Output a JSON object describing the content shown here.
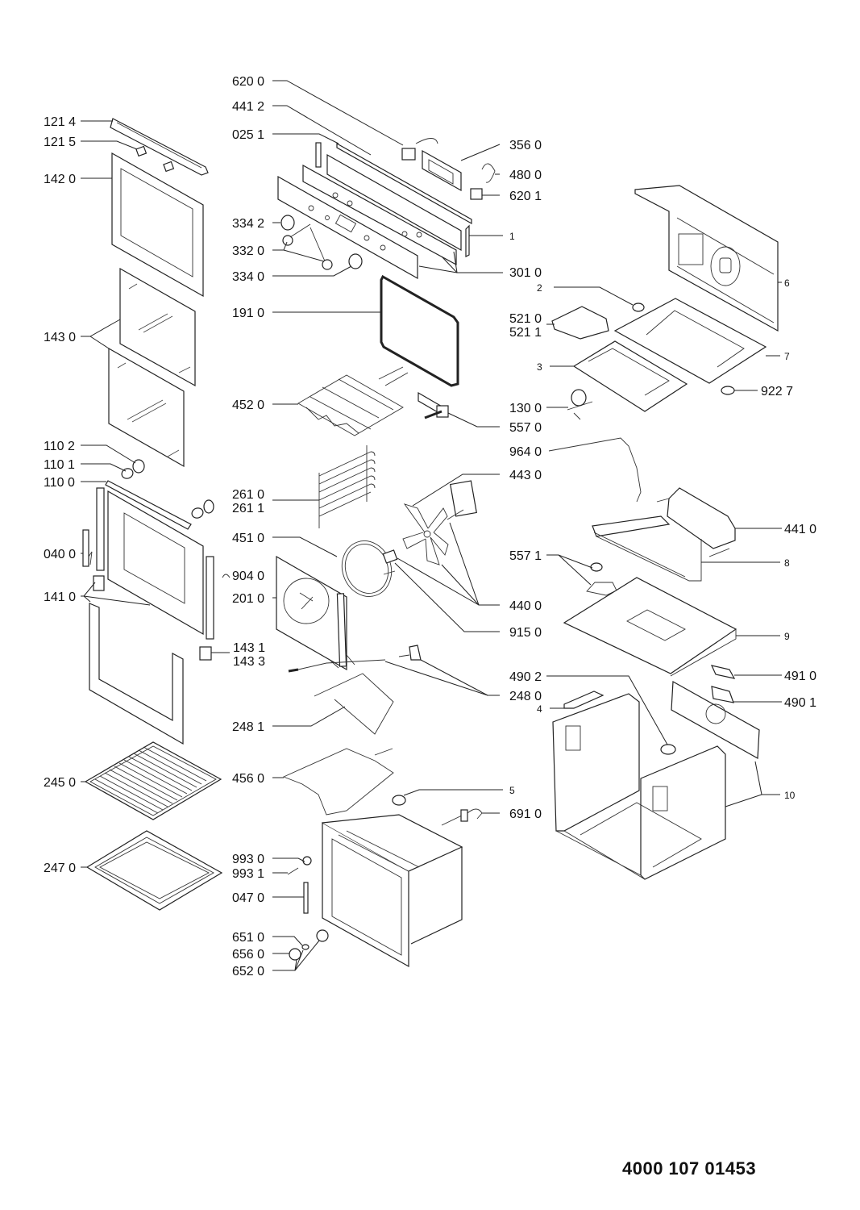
{
  "document": {
    "type": "exploded parts diagram",
    "doc_number": "4000 107 01453"
  },
  "labels": {
    "p1214": "121 4",
    "p1215": "121 5",
    "p1420": "142 0",
    "p1430": "143 0",
    "p1102": "110 2",
    "p1101": "110 1",
    "p1100": "110 0",
    "p0400": "040 0",
    "p1410": "141 0",
    "p2450": "245 0",
    "p2470": "247 0",
    "p6200": "620 0",
    "p4412": "441 2",
    "p0251": "025 1",
    "p3342": "334 2",
    "p3320": "332 0",
    "p3340": "334 0",
    "p1910": "191 0",
    "p4520": "452 0",
    "p2610": "261 0",
    "p2611": "261 1",
    "p4510": "451 0",
    "p9040": "904 0",
    "p2010": "201 0",
    "p1431": "143 1",
    "p1433": "143 3",
    "p2481": "248 1",
    "p4560": "456 0",
    "p9930": "993 0",
    "p9931": "993 1",
    "p0470": "047 0",
    "p6510": "651 0",
    "p6560": "656 0",
    "p6520": "652 0",
    "p3560": "356 0",
    "p4800": "480 0",
    "p6201": "620 1",
    "p1": "1",
    "p3010": "301 0",
    "p2": "2",
    "p5210": "521 0",
    "p5211": "521 1",
    "p3": "3",
    "p1300": "130 0",
    "p5570": "557 0",
    "p6": "6",
    "p7": "7",
    "p9227": "922 7",
    "p9640": "964 0",
    "p4430": "443 0",
    "p4410": "441 0",
    "p5571": "557 1",
    "p8": "8",
    "p4400": "440 0",
    "p9150": "915 0",
    "p9": "9",
    "p4910": "491 0",
    "p4902": "490 2",
    "p4901": "490 1",
    "p2480": "248 0",
    "p4": "4",
    "p5": "5",
    "p6910": "691 0",
    "p10": "10"
  }
}
